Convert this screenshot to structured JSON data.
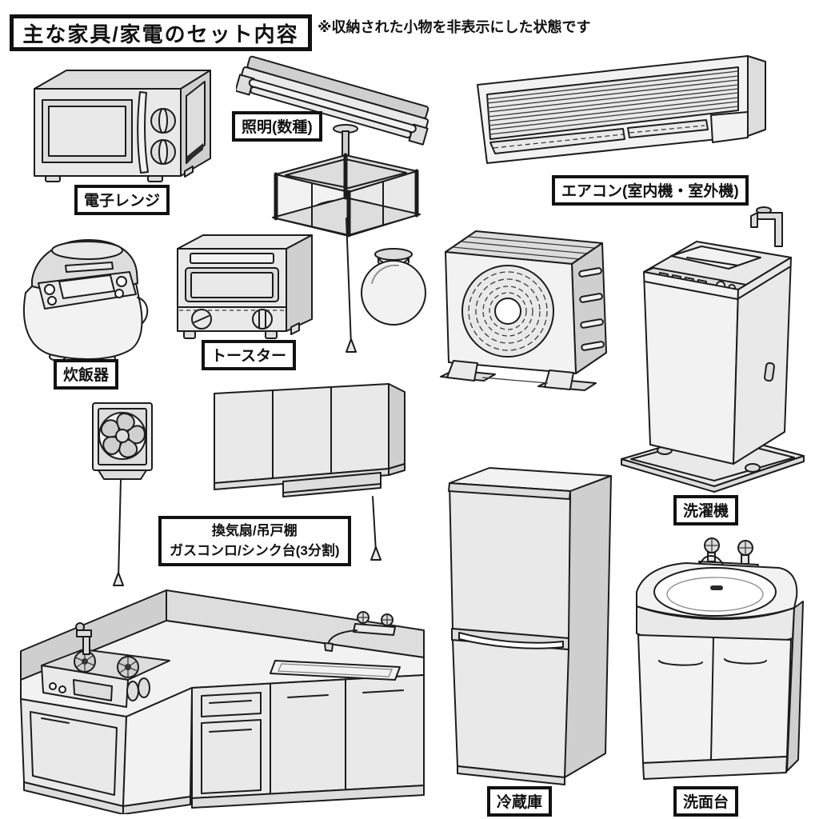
{
  "page": {
    "title": "主な家具/家電のセット内容",
    "note": "※収納された小物を非表示にした状態です",
    "background": "#ffffff"
  },
  "colors": {
    "outline": "#1c1c1c",
    "label_border": "#111111",
    "fill_light": "#f2f2f2",
    "fill_mid": "#dddddd",
    "fill_dark": "#cfcfcf"
  },
  "items": [
    {
      "id": "microwave",
      "label": "電子レンジ",
      "icon": "microwave-illustration"
    },
    {
      "id": "lighting",
      "label": "照明(数種)",
      "icon": "lighting-illustration"
    },
    {
      "id": "air-conditioner",
      "label": "エアコン(室内機・室外機)",
      "icon": "air-conditioner-illustration"
    },
    {
      "id": "rice-cooker",
      "label": "炊飯器",
      "icon": "rice-cooker-illustration"
    },
    {
      "id": "toaster",
      "label": "トースター",
      "icon": "toaster-illustration"
    },
    {
      "id": "washing-machine",
      "label": "洗濯機",
      "icon": "washing-machine-illustration"
    },
    {
      "id": "kitchen-unit",
      "label_line1": "換気扇/吊戸棚",
      "label_line2": "ガスコンロ/シンク台(3分割)",
      "icon": "kitchen-unit-illustration"
    },
    {
      "id": "refrigerator",
      "label": "冷蔵庫",
      "icon": "refrigerator-illustration"
    },
    {
      "id": "washbasin",
      "label": "洗面台",
      "icon": "washbasin-illustration"
    }
  ]
}
